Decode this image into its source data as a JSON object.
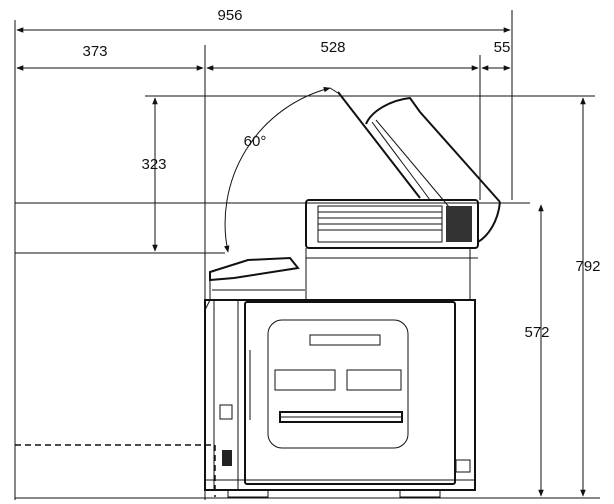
{
  "dimensions": {
    "total_width": "956",
    "left_extension": "373",
    "body_width": "528",
    "right_overhang": "55",
    "lid_raise": "323",
    "open_height": "792",
    "body_height": "572",
    "lid_angle": "60°"
  },
  "colors": {
    "line": "#111111",
    "background": "#ffffff"
  }
}
